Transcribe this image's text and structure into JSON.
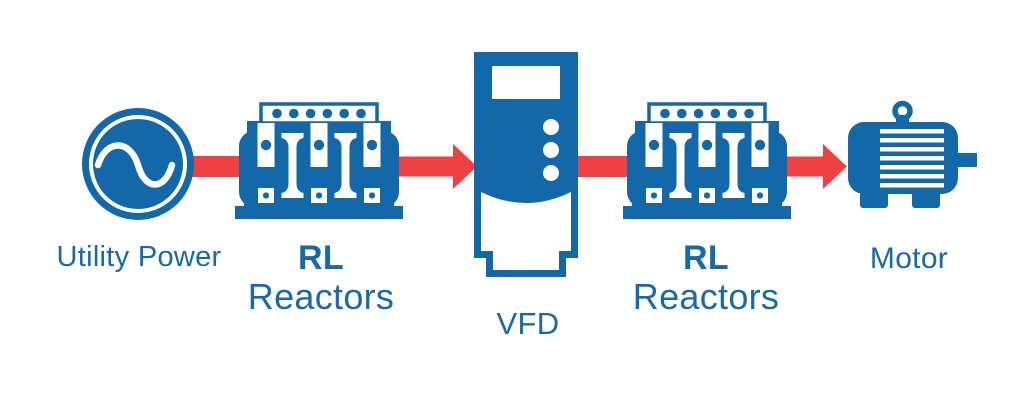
{
  "background": "#FFFFFF",
  "colors": {
    "icon_blue": "#1268A8",
    "text_blue": "#1769AD",
    "arrow_red": "#EF4144"
  },
  "nodes": [
    {
      "id": "utility-power",
      "icon": "ac-source-icon",
      "label": "Utility Power"
    },
    {
      "id": "input-reactor",
      "icon": "line-reactor-icon",
      "label_line1": "RL",
      "label_line2": "Reactors"
    },
    {
      "id": "vfd",
      "icon": "vfd-icon",
      "label": "VFD"
    },
    {
      "id": "output-reactor",
      "icon": "line-reactor-icon",
      "label_line1": "RL",
      "label_line2": "Reactors"
    },
    {
      "id": "motor",
      "icon": "motor-icon",
      "label": "Motor"
    }
  ],
  "connections": [
    {
      "from": "utility-power",
      "to": "input-reactor",
      "style": "bar"
    },
    {
      "from": "input-reactor",
      "to": "vfd",
      "style": "arrow"
    },
    {
      "from": "vfd",
      "to": "output-reactor",
      "style": "bar"
    },
    {
      "from": "output-reactor",
      "to": "motor",
      "style": "arrow"
    }
  ]
}
